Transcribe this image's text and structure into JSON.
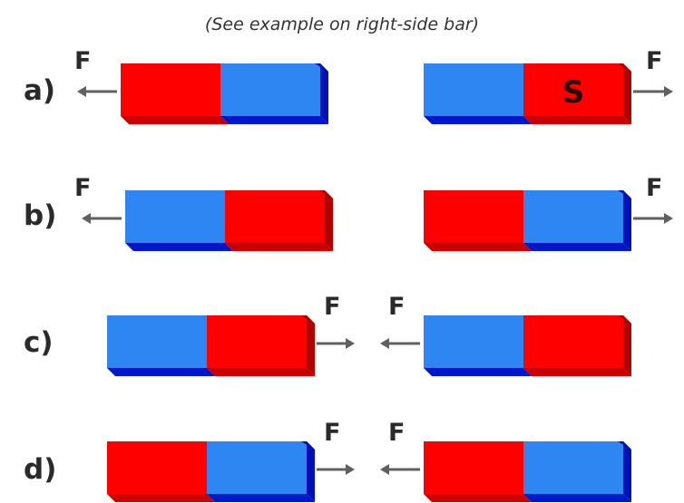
{
  "caption": "(See example on right-side bar)",
  "force_symbol": "F",
  "colors": {
    "north": "#ff0000",
    "south": "#2e86f2"
  },
  "rows": [
    {
      "label": "a)",
      "left_magnet": {
        "left_pole": "north",
        "right_pole": "south"
      },
      "right_magnet": {
        "left_pole": "south",
        "right_pole": "north",
        "pole_letter": "S"
      },
      "force_direction": "apart"
    },
    {
      "label": "b)",
      "left_magnet": {
        "left_pole": "south",
        "right_pole": "north"
      },
      "right_magnet": {
        "left_pole": "north",
        "right_pole": "south"
      },
      "force_direction": "apart"
    },
    {
      "label": "c)",
      "left_magnet": {
        "left_pole": "south",
        "right_pole": "north"
      },
      "right_magnet": {
        "left_pole": "south",
        "right_pole": "north"
      },
      "force_direction": "together"
    },
    {
      "label": "d)",
      "left_magnet": {
        "left_pole": "north",
        "right_pole": "south"
      },
      "right_magnet": {
        "left_pole": "north",
        "right_pole": "south"
      },
      "force_direction": "together"
    }
  ]
}
